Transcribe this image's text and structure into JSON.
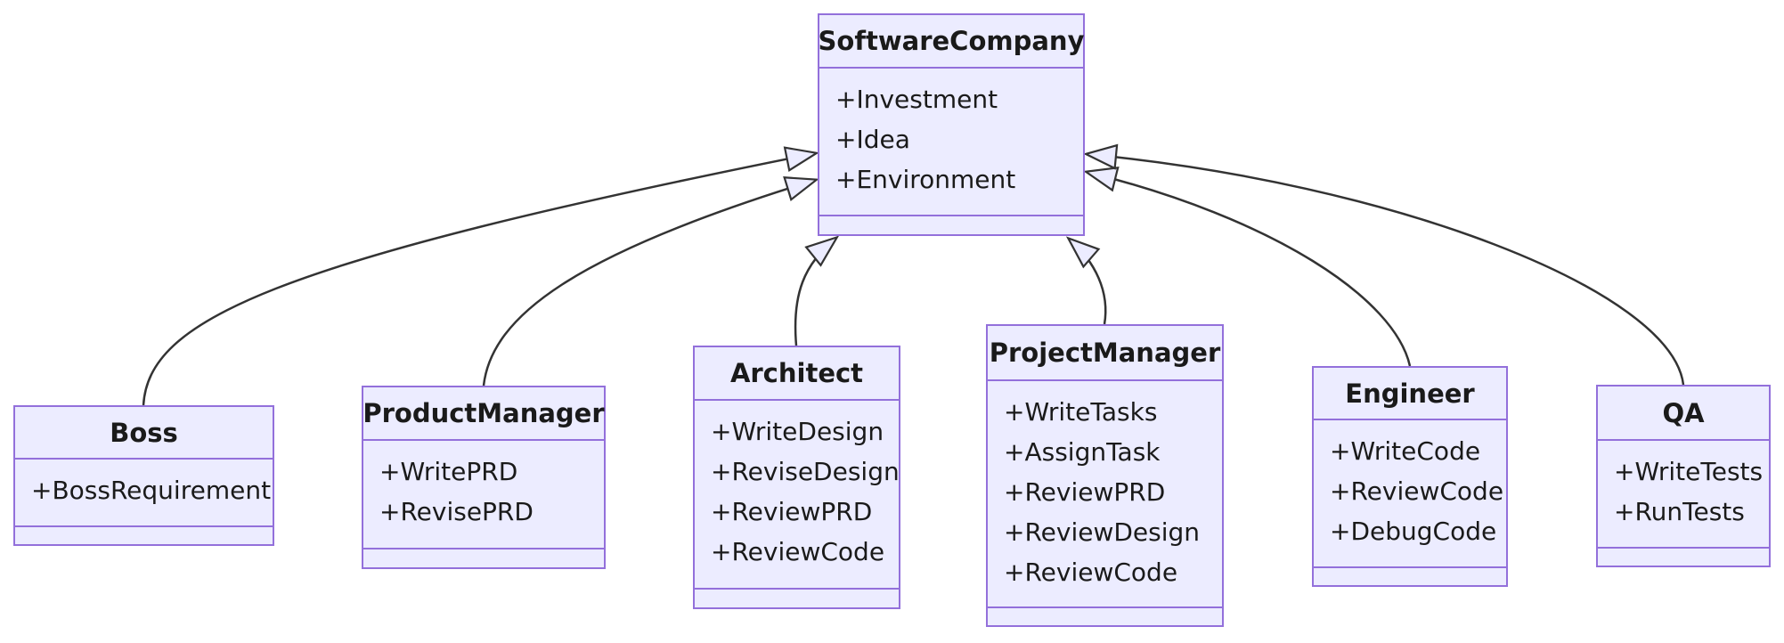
{
  "diagram": {
    "kind": "uml-class-diagram",
    "relation_type": "inheritance"
  },
  "theme": {
    "node_fill": "#ECECFF",
    "node_border": "#9370DB",
    "edge_color": "#333333",
    "text_color": "#1a1a1a",
    "background": "#ffffff"
  },
  "classes": {
    "softwarecompany": {
      "name": "SoftwareCompany",
      "members": [
        "+Investment",
        "+Idea",
        "+Environment"
      ]
    },
    "boss": {
      "name": "Boss",
      "members": [
        "+BossRequirement"
      ]
    },
    "productmanager": {
      "name": "ProductManager",
      "members": [
        "+WritePRD",
        "+RevisePRD"
      ]
    },
    "architect": {
      "name": "Architect",
      "members": [
        "+WriteDesign",
        "+ReviseDesign",
        "+ReviewPRD",
        "+ReviewCode"
      ]
    },
    "projectmanager": {
      "name": "ProjectManager",
      "members": [
        "+WriteTasks",
        "+AssignTask",
        "+ReviewPRD",
        "+ReviewDesign",
        "+ReviewCode"
      ]
    },
    "engineer": {
      "name": "Engineer",
      "members": [
        "+WriteCode",
        "+ReviewCode",
        "+DebugCode"
      ]
    },
    "qa": {
      "name": "QA",
      "members": [
        "+WriteTests",
        "+RunTests"
      ]
    }
  },
  "relations": [
    {
      "from": "Boss",
      "to": "SoftwareCompany",
      "type": "inheritance"
    },
    {
      "from": "ProductManager",
      "to": "SoftwareCompany",
      "type": "inheritance"
    },
    {
      "from": "Architect",
      "to": "SoftwareCompany",
      "type": "inheritance"
    },
    {
      "from": "ProjectManager",
      "to": "SoftwareCompany",
      "type": "inheritance"
    },
    {
      "from": "Engineer",
      "to": "SoftwareCompany",
      "type": "inheritance"
    },
    {
      "from": "QA",
      "to": "SoftwareCompany",
      "type": "inheritance"
    }
  ]
}
